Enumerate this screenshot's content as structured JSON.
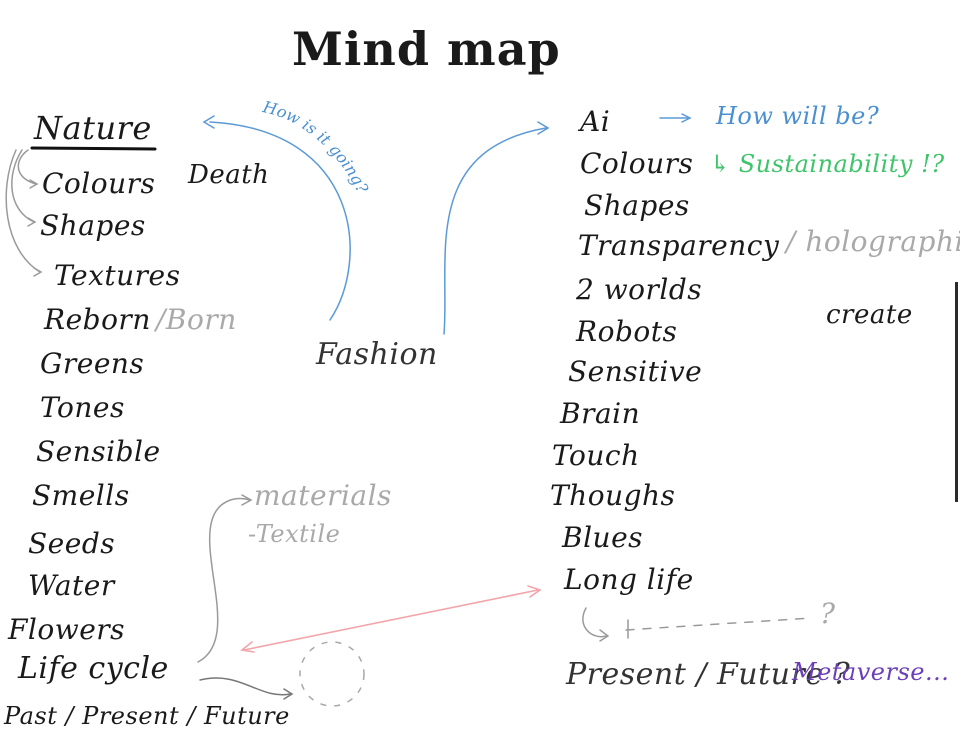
{
  "title": "Mind map",
  "nature": {
    "heading": "Nature",
    "items": {
      "colours": "Colours",
      "shapes": "Shapes",
      "textures": "Textures",
      "reborn": "Reborn",
      "born": "/Born",
      "greens": "Greens",
      "tones": "Tones",
      "sensible": "Sensible",
      "smells": "Smells",
      "seeds": "Seeds",
      "water": "Water",
      "flowers": "Flowers",
      "life_cycle": "Life cycle",
      "past_present_future": "Past / Present / Future"
    }
  },
  "death": "Death",
  "how_is_it_going": "How is it going?",
  "fashion": "Fashion",
  "materials": "materials",
  "textile": "-Textile",
  "future": {
    "ai": "Ai",
    "how_will_be": "How will be?",
    "sustainability": "↳ Sustainability !?",
    "colours": "Colours",
    "shapes": "Shapes",
    "transparency": "Transparency",
    "holographic": "/ holographic",
    "two_worlds": "2 worlds",
    "create": "create",
    "robots": "Robots",
    "sensitive": "Sensitive",
    "brain": "Brain",
    "touch": "Touch",
    "thoughs": "Thoughs",
    "blues": "Blues",
    "long_life": "Long life",
    "question": "?",
    "present_future": "Present / Future ?",
    "metaverse": "Metaverse..."
  }
}
